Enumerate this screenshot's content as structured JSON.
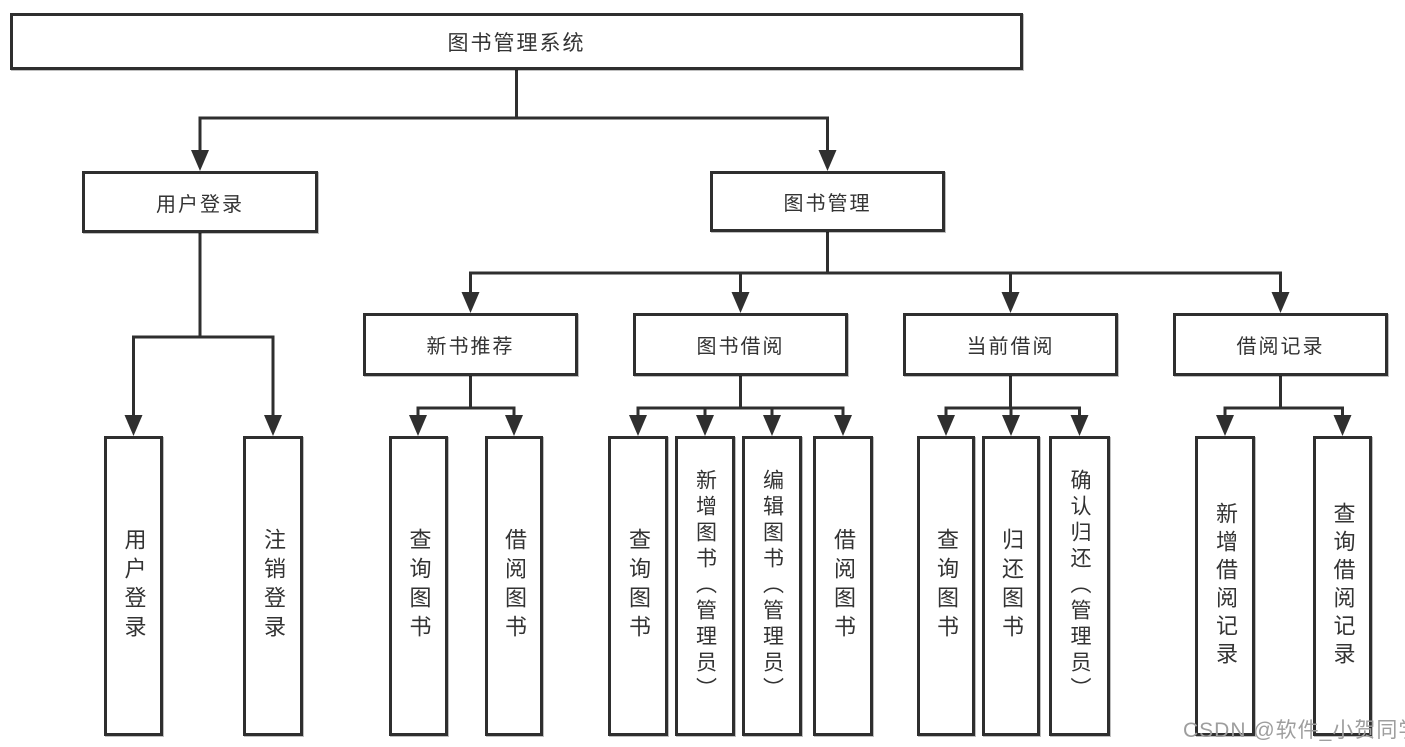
{
  "diagram": {
    "type": "hierarchy-tree",
    "watermark": "CSDN @软件_小贺同学"
  },
  "colors": {
    "background": "#ffffff",
    "box_border": "#2f2f2f",
    "connector": "#2f2f2f",
    "text": "#333333",
    "watermark": "#9e9e9e"
  },
  "nodes": {
    "root": "图书管理系统",
    "userLogin": "用户登录",
    "bookMgmt": "图书管理",
    "newBookRec": "新书推荐",
    "bookBorrow": "图书借阅",
    "currentBorrow": "当前借阅",
    "borrowRecord": "借阅记录",
    "leafUserLogin": "用户登录",
    "leafLogout": "注销登录",
    "leafQueryBook1": "查询图书",
    "leafBorrowBook1": "借阅图书",
    "leafQueryBook2": "查询图书",
    "leafAddBookAdmin": "新增图书（管理员）",
    "leafEditBookAdmin": "编辑图书（管理员）",
    "leafBorrowBook2": "借阅图书",
    "leafQueryBook3": "查询图书",
    "leafReturnBook": "归还图书",
    "leafConfirmReturnAdmin": "确认归还（管理员）",
    "leafAddBorrowRecord": "新增借阅记录",
    "leafQueryBorrowRecord": "查询借阅记录"
  },
  "hierarchy": {
    "图书管理系统": {
      "用户登录": [
        "用户登录",
        "注销登录"
      ],
      "图书管理": {
        "新书推荐": [
          "查询图书",
          "借阅图书"
        ],
        "图书借阅": [
          "查询图书",
          "新增图书（管理员）",
          "编辑图书（管理员）",
          "借阅图书"
        ],
        "当前借阅": [
          "查询图书",
          "归还图书",
          "确认归还（管理员）"
        ],
        "借阅记录": [
          "新增借阅记录",
          "查询借阅记录"
        ]
      }
    }
  }
}
